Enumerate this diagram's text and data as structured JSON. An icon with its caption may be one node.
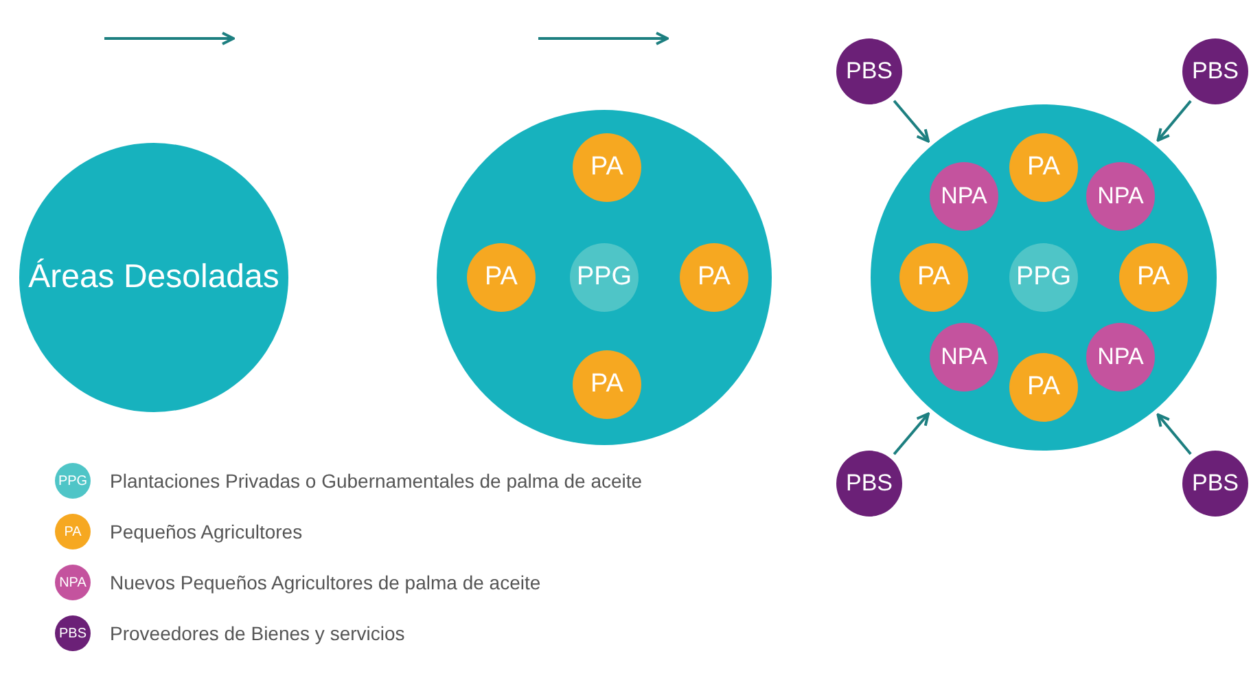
{
  "diagram": {
    "nodes": [
      {
        "text": [
          "Áreas Desoladas"
        ]
      },
      {
        "text": [],
        "shape": "circle"
      },
      {
        "text": [
          "PA"
        ],
        "in": 1
      },
      {
        "text": [
          "PA"
        ],
        "in": 1
      },
      {
        "text": [
          "PPG"
        ],
        "in": 1
      },
      {
        "text": [
          "PA"
        ],
        "in": 1
      },
      {
        "text": [
          "PA"
        ],
        "in": 1
      },
      {
        "text": [
          "PBS"
        ]
      },
      {
        "text": [
          "PBS"
        ]
      },
      {
        "text": [],
        "shape": "circle"
      },
      {
        "text": [
          "PA"
        ],
        "in": 9
      },
      {
        "text": [
          "NPA"
        ],
        "in": 9
      },
      {
        "text": [
          "NPA"
        ],
        "in": 9
      },
      {
        "text": [
          "PA"
        ],
        "in": 9
      },
      {
        "text": [
          "PPG"
        ],
        "in": 9
      },
      {
        "text": [
          "PA"
        ],
        "in": 9
      },
      {
        "text": [
          "NPA"
        ],
        "in": 9
      },
      {
        "text": [
          "NPA"
        ],
        "in": 9
      },
      {
        "text": [
          "PA"
        ],
        "in": 9
      },
      {
        "text": [
          "PBS"
        ]
      },
      {
        "text": [
          "PBS"
        ]
      }
    ],
    "edges": [
      {
        "from": 7,
        "to": 9,
        "arrow": "to"
      },
      {
        "from": 8,
        "to": 9,
        "arrow": "to"
      },
      {
        "from": 19,
        "to": 9,
        "arrow": "to"
      },
      {
        "from": 20,
        "to": 9,
        "arrow": "to"
      }
    ],
    "labels": [
      "PPG",
      "PA",
      "NPA",
      "PBS"
    ],
    "legend": [
      {
        "text": "Plantaciones Privadas o Gubernamentales de palma de aceite",
        "color": "#4fc5c7"
      },
      {
        "text": "Pequeños Agricultores",
        "color": "#f6a821"
      },
      {
        "text": "Nuevos Pequeños Agricultores de palma de aceite",
        "color": "#c4539e"
      },
      {
        "text": "Proveedores de Bienes y servicios",
        "color": "#6b2077"
      }
    ]
  }
}
